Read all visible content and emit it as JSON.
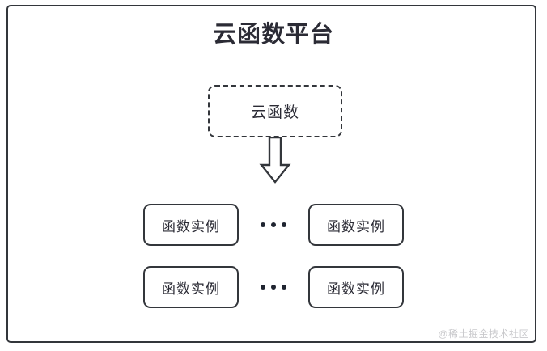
{
  "diagram": {
    "type": "architecture-diagram",
    "background_color": "#ffffff",
    "stroke_color": "#33363b",
    "text_color": "#2b2b35",
    "platform": {
      "title": "云函数平台",
      "border_style": "solid"
    },
    "cloud_function": {
      "label": "云函数",
      "border_style": "dashed"
    },
    "arrow": {
      "name": "down-block-arrow",
      "direction": "down"
    },
    "instance_rows": [
      {
        "left": {
          "label": "函数实例"
        },
        "separator": "•••",
        "right": {
          "label": "函数实例"
        }
      },
      {
        "left": {
          "label": "函数实例"
        },
        "separator": "•••",
        "right": {
          "label": "函数实例"
        }
      }
    ],
    "watermark": "@稀土掘金技术社区"
  }
}
